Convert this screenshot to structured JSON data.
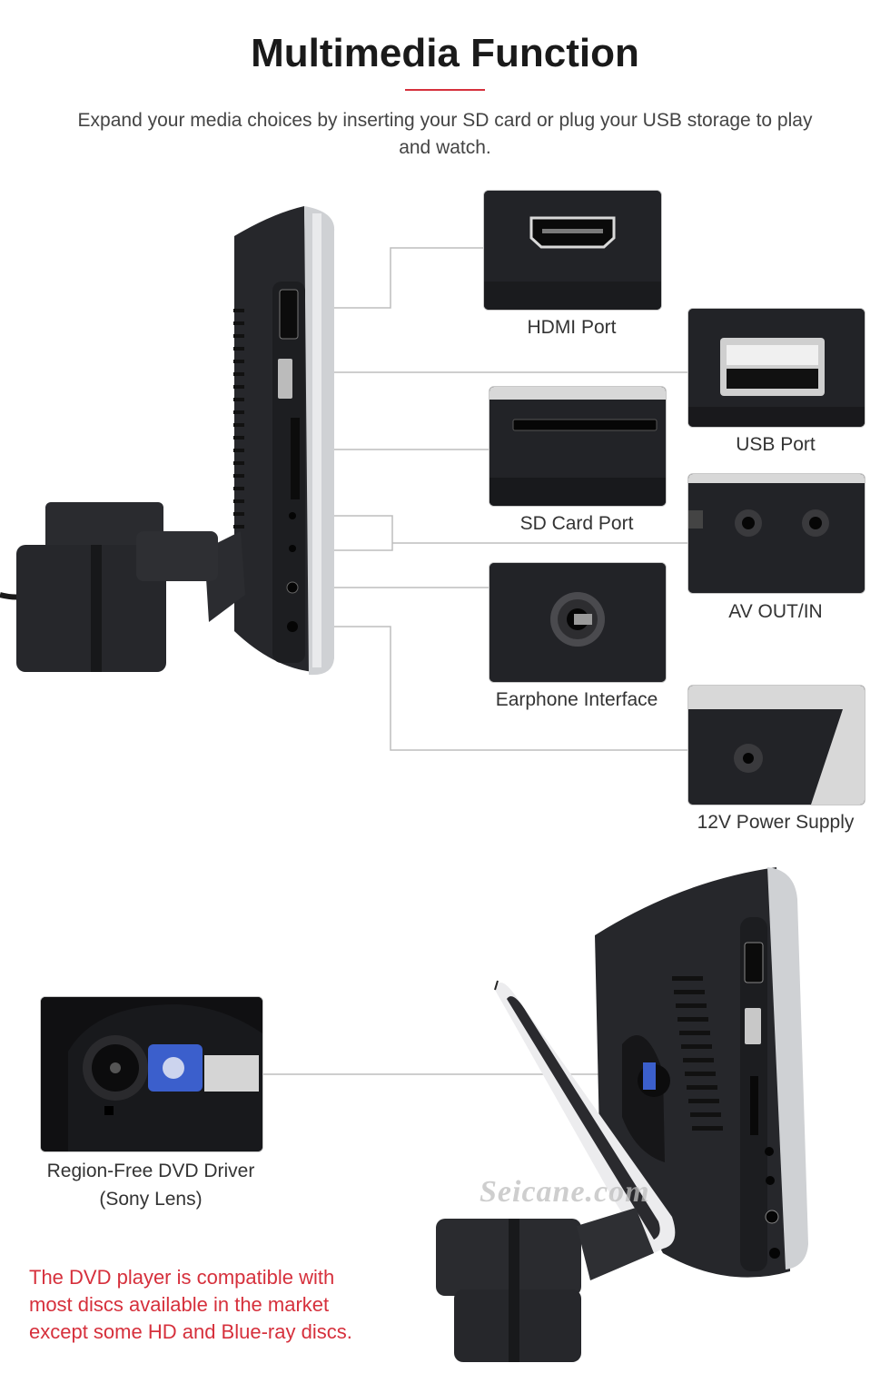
{
  "header": {
    "title": "Multimedia Function",
    "subtitle": "Expand your media choices by inserting your SD card or plug your USB storage to play and watch."
  },
  "ports": {
    "hdmi": "HDMI Port",
    "usb": "USB Port",
    "sd": "SD Card Port",
    "av": "AV OUT/IN",
    "earphone": "Earphone Interface",
    "power": "12V Power Supply"
  },
  "dvd": {
    "caption_line1": "Region-Free DVD Driver",
    "caption_line2": "(Sony Lens)",
    "note_lines": [
      "The DVD player is compatible with",
      "most discs available in the market",
      "except some HD and Blue-ray discs."
    ]
  },
  "watermark": "Seicane.com",
  "colors": {
    "accent": "#d6303c",
    "device": "#1f2023",
    "line": "#bdbdbd"
  }
}
